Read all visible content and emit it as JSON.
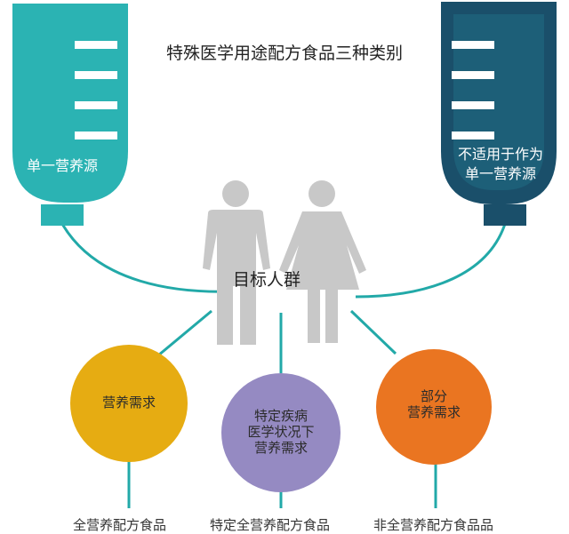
{
  "title": "特殊医学用途配方食品三种类别",
  "target_group": "目标人群",
  "left_bag": {
    "label": "单一营养源",
    "color": "#2bb3b3"
  },
  "right_bag": {
    "label_line1": "不适用于作为",
    "label_line2": "单一营养源",
    "color": "#1d5f78"
  },
  "circles": [
    {
      "lines": [
        "营养需求"
      ],
      "color": "#e6ac12",
      "bottom_label": "全营养配方食品"
    },
    {
      "lines": [
        "特定疾病",
        "医学状况下",
        "营养需求"
      ],
      "color": "#958ac2",
      "bottom_label": "特定全营养配方食品"
    },
    {
      "lines": [
        "部分",
        "营养需求"
      ],
      "color": "#ea7521",
      "bottom_label": "非全营养配方食品品"
    }
  ],
  "colors": {
    "connector": "#22a9a8",
    "person": "#c8c8c8"
  }
}
